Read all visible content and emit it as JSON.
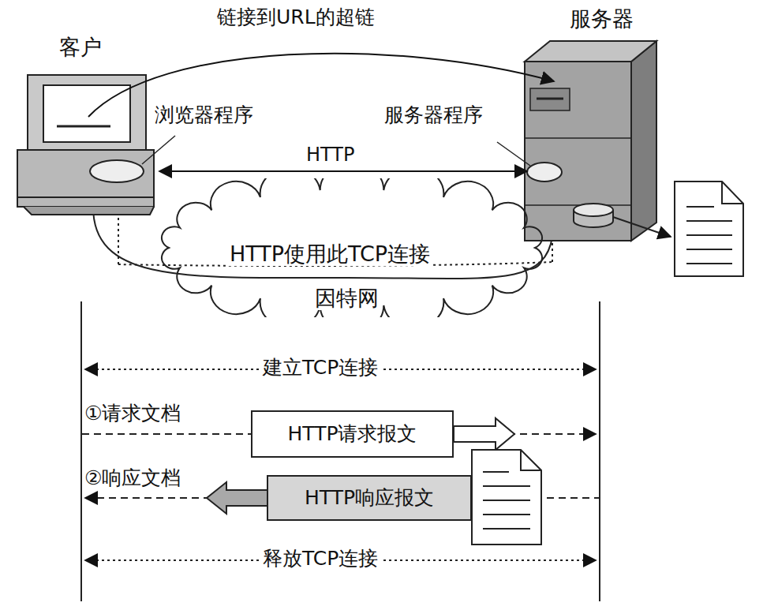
{
  "diagram": {
    "nodes": [
      {
        "text": [
          "客户"
        ]
      },
      {
        "text": [
          "服务器"
        ]
      },
      {
        "text": [
          "HTTP使用此TCP连接",
          "因特网"
        ]
      },
      {
        "text": [
          "HTTP请求报文"
        ]
      },
      {
        "text": [
          "HTTP响应报文"
        ]
      }
    ],
    "edges": [
      {
        "from": 0,
        "to": 1,
        "arrow": "to",
        "label": "链接到URL的超链"
      },
      {
        "from": 0,
        "to": 1,
        "arrow": "both",
        "label": "HTTP"
      }
    ],
    "labels": [
      "浏览器程序",
      "服务器程序",
      "建立TCP连接",
      "①请求文档",
      "②响应文档",
      "释放TCP连接"
    ]
  }
}
